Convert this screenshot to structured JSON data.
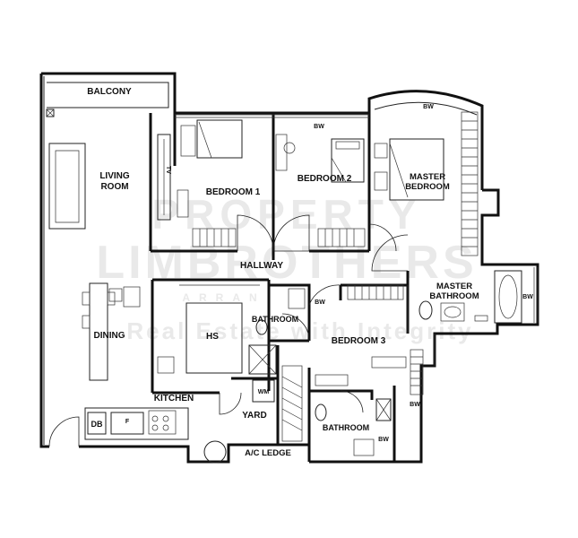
{
  "rooms": {
    "balcony": "BALCONY",
    "living_room_1": "LIVING",
    "living_room_2": "ROOM",
    "bedroom_1": "BEDROOM 1",
    "bedroom_2": "BEDROOM 2",
    "master_bedroom_1": "MASTER",
    "master_bedroom_2": "BEDROOM",
    "hallway": "HALLWAY",
    "master_bathroom_1": "MASTER",
    "master_bathroom_2": "BATHROOM",
    "dining": "DINING",
    "hs": "HS",
    "bathroom_common": "BATHROOM",
    "bedroom_3": "BEDROOM 3",
    "kitchen": "KITCHEN",
    "yard": "YARD",
    "bathroom_3": "BATHROOM",
    "ac_ledge": "A/C LEDGE"
  },
  "fixtures": {
    "tv": "TV",
    "bw_bedroom2": "BW",
    "bw_master": "BW",
    "bw_master_bath": "BW",
    "bw_common_bath": "BW",
    "bw_bedroom3": "BW",
    "bw_bath3": "BW",
    "wm": "WM",
    "db": "DB",
    "fridge": "F"
  },
  "watermark": {
    "line1": "PROPERTY",
    "line2": "LIMBROTHERS",
    "line3": "ARRAN",
    "line4": "Real Estate with Integrity"
  }
}
